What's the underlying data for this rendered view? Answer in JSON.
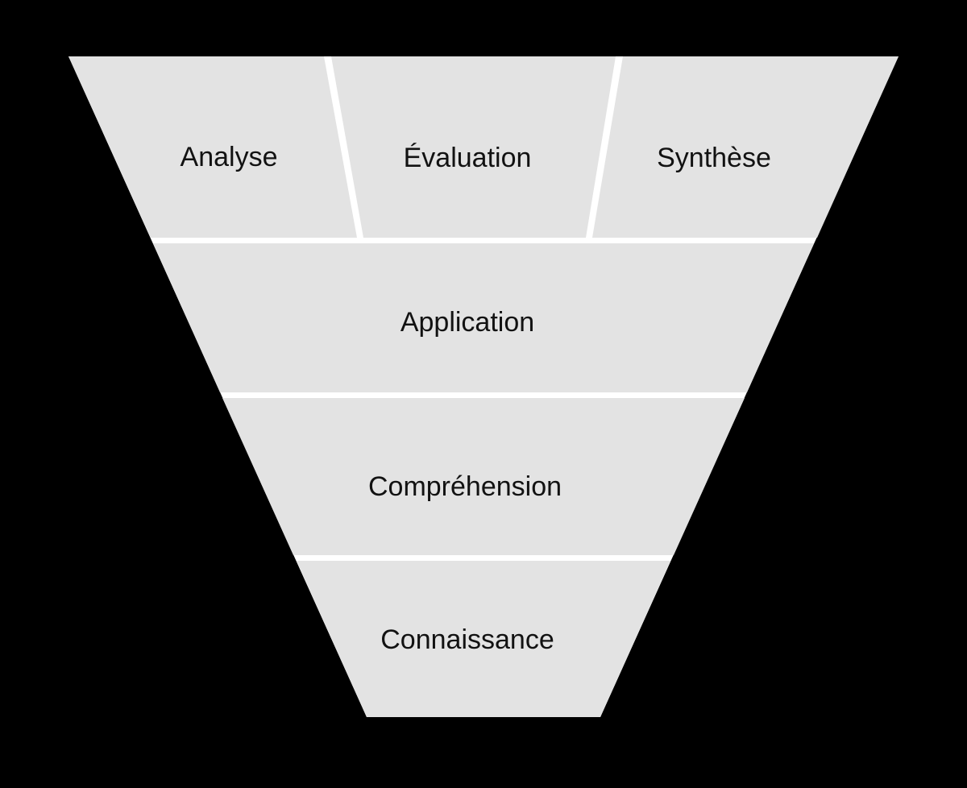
{
  "diagram": {
    "type": "inverted-funnel",
    "description": "Bloom taxonomy inverted pyramid (French)",
    "colors": {
      "background": "#000000",
      "segment": "#e3e3e3",
      "divider": "#ffffff",
      "text": "#121212"
    },
    "tiers": [
      {
        "position": "top",
        "segments": [
          {
            "label": "Analyse"
          },
          {
            "label": "Évaluation"
          },
          {
            "label": "Synthèse"
          }
        ]
      },
      {
        "position": "upper-middle",
        "segments": [
          {
            "label": "Application"
          }
        ]
      },
      {
        "position": "lower-middle",
        "segments": [
          {
            "label": "Compréhension"
          }
        ]
      },
      {
        "position": "bottom",
        "segments": [
          {
            "label": "Connaissance"
          }
        ]
      }
    ]
  }
}
